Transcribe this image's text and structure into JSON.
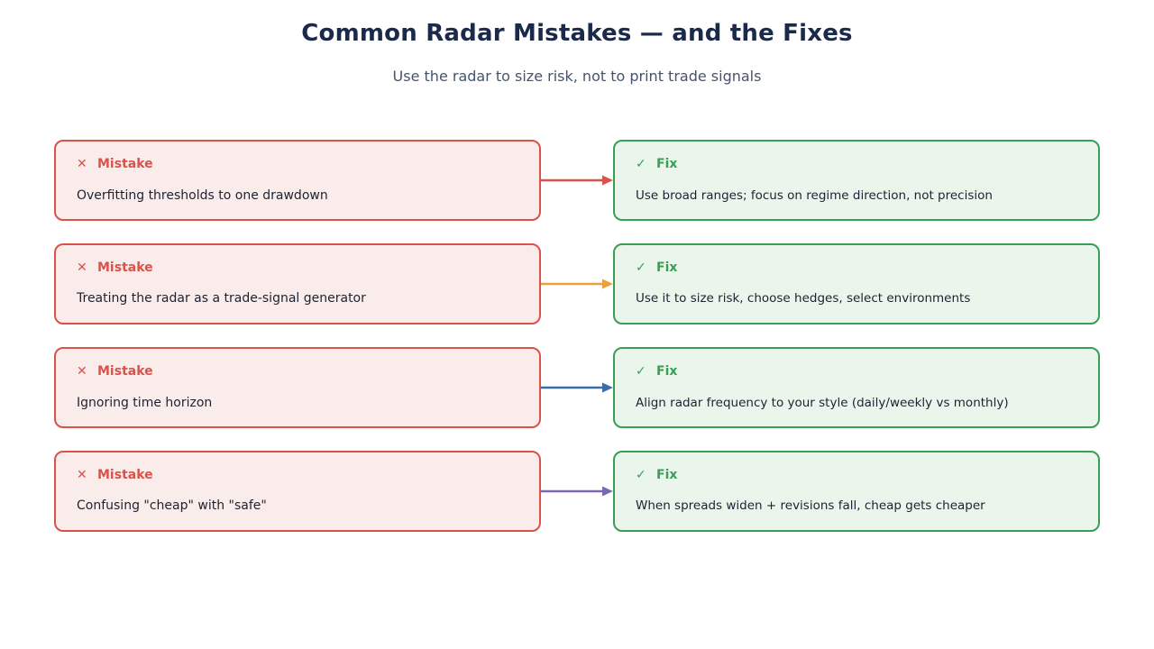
{
  "title": "Common Radar Mistakes — and the Fixes",
  "subtitle": "Use the radar to size risk, not to print trade signals",
  "icons": {
    "mistake": "close-icon",
    "fix": "check-icon"
  },
  "colors": {
    "mistake": "#d9534a",
    "fix": "#3a9e55"
  },
  "rows": [
    {
      "mistake_label": "Mistake",
      "mistake_text": "Overfitting thresholds to one drawdown",
      "fix_label": "Fix",
      "fix_text": "Use broad ranges; focus on regime direction, not precision",
      "arrow_color": "#d9534a"
    },
    {
      "mistake_label": "Mistake",
      "mistake_text": "Treating the radar as a trade-signal generator",
      "fix_label": "Fix",
      "fix_text": "Use it to size risk, choose hedges, select environments",
      "arrow_color": "#e8a23a"
    },
    {
      "mistake_label": "Mistake",
      "mistake_text": "Ignoring time horizon",
      "fix_label": "Fix",
      "fix_text": "Align radar frequency to your style (daily/weekly vs monthly)",
      "arrow_color": "#3b6ea5"
    },
    {
      "mistake_label": "Mistake",
      "mistake_text": "Confusing \"cheap\" with \"safe\"",
      "fix_label": "Fix",
      "fix_text": "When spreads widen + revisions fall, cheap gets cheaper",
      "arrow_color": "#7b68b0"
    }
  ]
}
